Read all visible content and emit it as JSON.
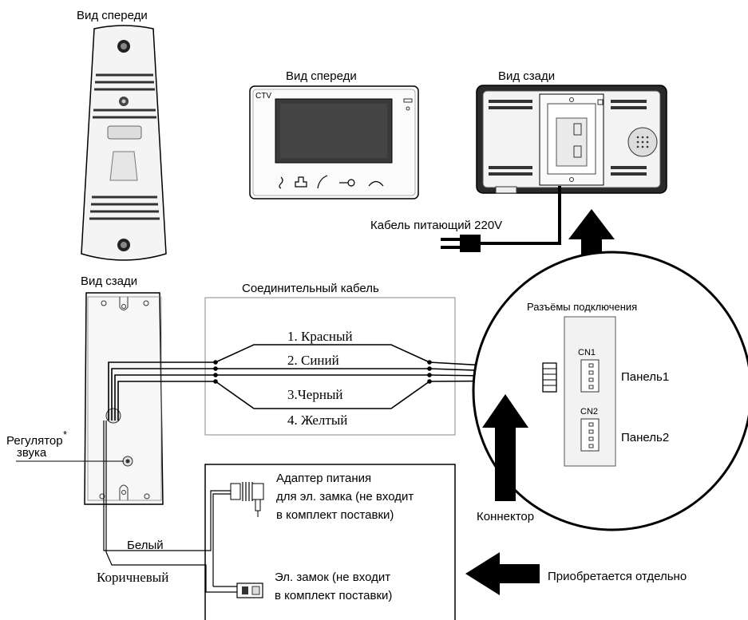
{
  "panel_front_title": "Вид спереди",
  "panel_back_title": "Вид сзади",
  "monitor_front_title": "Вид спереди",
  "monitor_back_title": "Вид сзади",
  "monitor_brand": "CTV",
  "power_cable_label": "Кабель питающий 220V",
  "connecting_cable_title": "Соединительный кабель",
  "wires": [
    "1. Красный",
    "2. Синий",
    "3.Черный",
    "4. Желтый"
  ],
  "connectors_title": "Разъёмы подключения",
  "cn1_label": "CN1",
  "cn2_label": "CN2",
  "panel1_label": "Панель1",
  "panel2_label": "Панель2",
  "connector_label": "Коннектор",
  "volume_regulator_label_1": "Регулятор",
  "volume_regulator_label_2": "звука",
  "volume_regulator_mark": "*",
  "adapter_label": [
    "Адаптер питания",
    "для эл. замка (не входит",
    "в комплект поставки)"
  ],
  "lock_label": [
    "Эл. замок (не входит",
    "в комплект поставки)"
  ],
  "white_wire_label": "Белый",
  "brown_wire_label": "Коричневый",
  "purchased_separately_label": "Приобретается отдельно",
  "colors": {
    "line": "#000000",
    "device_fill": "#f4f4f4",
    "screen": "#3a3a3a"
  },
  "icons": [
    "doorbell-icon",
    "lock-key-icon",
    "handset-answer-icon",
    "handset-hangup-icon",
    "plug-icon"
  ]
}
